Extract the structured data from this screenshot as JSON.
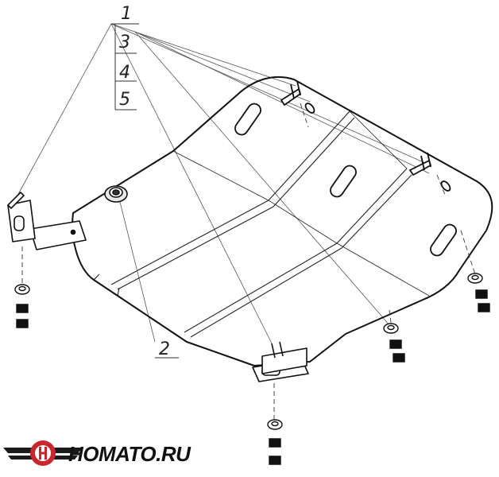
{
  "callouts": [
    "1",
    "2",
    "3",
    "4",
    "5"
  ],
  "brand": {
    "name": "HOMATO.RU",
    "colors": {
      "logo_red": "#c8282d",
      "logo_dark": "#1a1a1a"
    }
  },
  "colors": {
    "line": "#111111",
    "leader": "#555555",
    "background": "#ffffff"
  }
}
